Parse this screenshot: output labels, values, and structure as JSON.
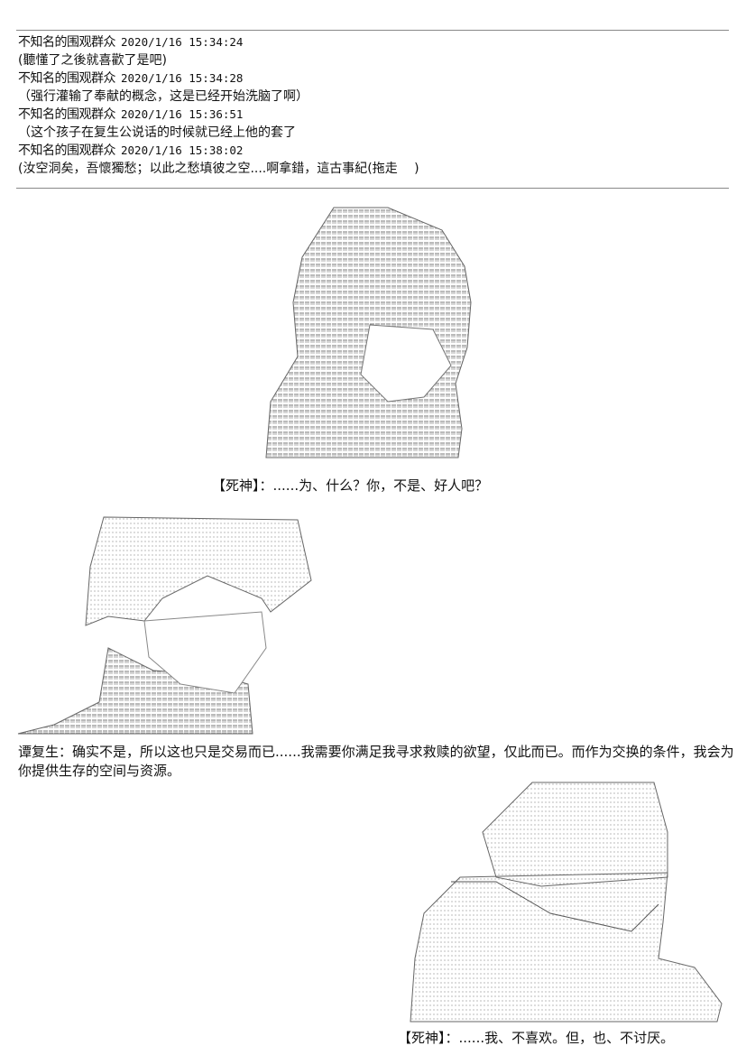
{
  "comments": [
    {
      "name": "不知名的围观群众",
      "time": "2020/1/16 15:34:24",
      "text": "(聽懂了之後就喜歡了是吧)"
    },
    {
      "name": "不知名的围观群众",
      "time": "2020/1/16 15:34:28",
      "text": "（强行灌输了奉献的概念，这是已经开始洗脑了啊）"
    },
    {
      "name": "不知名的围观群众",
      "time": "2020/1/16 15:36:51",
      "text": "（这个孩子在复生公说话的时候就已经上他的套了"
    },
    {
      "name": "不知名的围观群众",
      "time": "2020/1/16 15:38:02",
      "text": "(汝空洞矣，吾懷獨愁；以此之愁填彼之空....啊拿錯，這古事紀(拖走　 )"
    }
  ],
  "story": {
    "line1": "【死神】：......为、什么？你，不是、好人吧？",
    "line2": "谭复生：确实不是，所以这也只是交易而已......我需要你满足我寻求救赎的欲望，仅此而已。而作为交换的条件，我会为你提供生存的空间与资源。",
    "line3": "【死神】：......我、不喜欢。但，也、不讨厌。"
  }
}
